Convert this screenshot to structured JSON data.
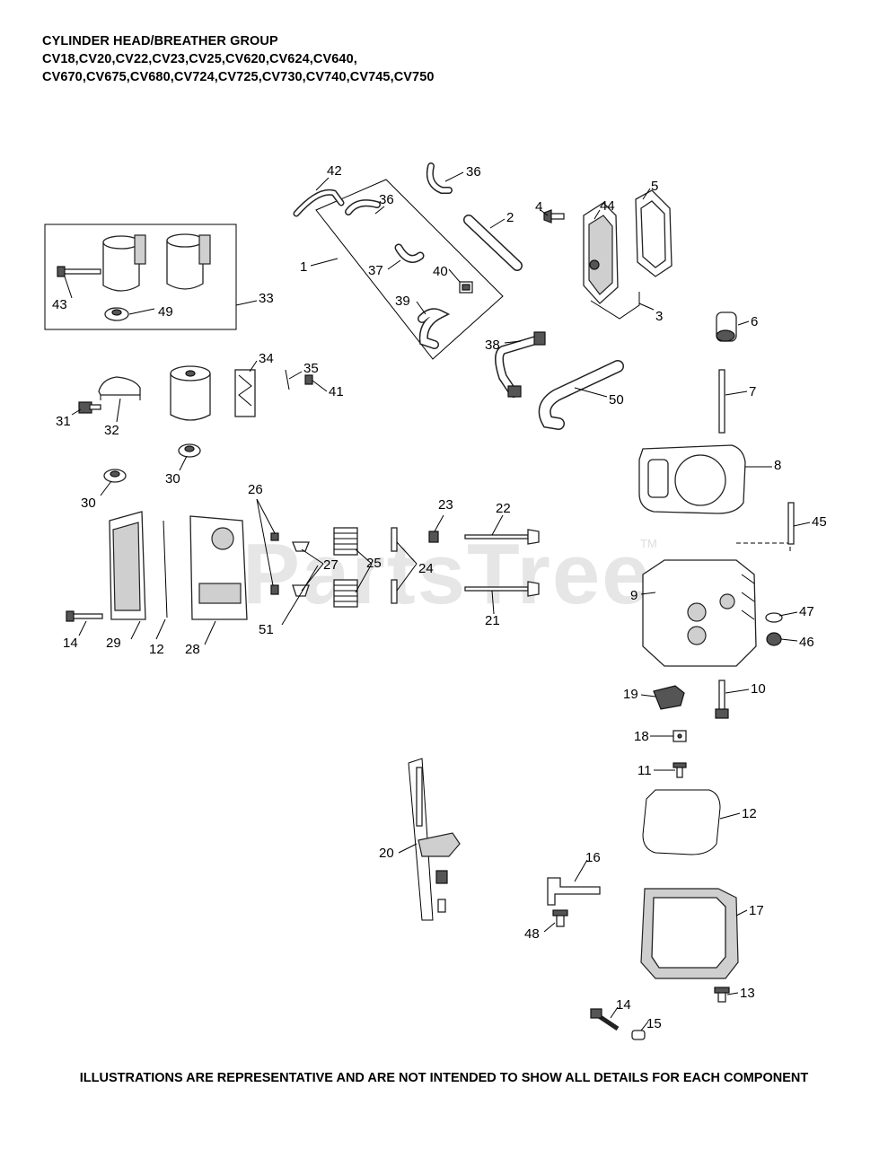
{
  "header": {
    "line1": "CYLINDER HEAD/BREATHER GROUP",
    "line2": "CV18,CV20,CV22,CV23,CV25,CV620,CV624,CV640,",
    "line3": "CV670,CV675,CV680,CV724,CV725,CV730,CV740,CV745,CV750"
  },
  "footer": "ILLUSTRATIONS ARE REPRESENTATIVE AND ARE NOT INTENDED TO SHOW ALL DETAILS FOR EACH COMPONENT",
  "watermark": {
    "text": "PartsTree",
    "tm": "TM"
  },
  "callouts": [
    {
      "id": "c42",
      "label": "42"
    },
    {
      "id": "c36a",
      "label": "36"
    },
    {
      "id": "c36b",
      "label": "36"
    },
    {
      "id": "c5",
      "label": "5"
    },
    {
      "id": "c44",
      "label": "44"
    },
    {
      "id": "c2",
      "label": "2"
    },
    {
      "id": "c4",
      "label": "4"
    },
    {
      "id": "c1",
      "label": "1"
    },
    {
      "id": "c37",
      "label": "37"
    },
    {
      "id": "c40",
      "label": "40"
    },
    {
      "id": "c39",
      "label": "39"
    },
    {
      "id": "c3",
      "label": "3"
    },
    {
      "id": "c6",
      "label": "6"
    },
    {
      "id": "c38",
      "label": "38"
    },
    {
      "id": "c50",
      "label": "50"
    },
    {
      "id": "c43",
      "label": "43"
    },
    {
      "id": "c49",
      "label": "49"
    },
    {
      "id": "c33",
      "label": "33"
    },
    {
      "id": "c34",
      "label": "34"
    },
    {
      "id": "c35",
      "label": "35"
    },
    {
      "id": "c41",
      "label": "41"
    },
    {
      "id": "c31",
      "label": "31"
    },
    {
      "id": "c32",
      "label": "32"
    },
    {
      "id": "c7",
      "label": "7"
    },
    {
      "id": "c30a",
      "label": "30"
    },
    {
      "id": "c30b",
      "label": "30"
    },
    {
      "id": "c8",
      "label": "8"
    },
    {
      "id": "c26",
      "label": "26"
    },
    {
      "id": "c23",
      "label": "23"
    },
    {
      "id": "c22",
      "label": "22"
    },
    {
      "id": "c45",
      "label": "45"
    },
    {
      "id": "c27",
      "label": "27"
    },
    {
      "id": "c25",
      "label": "25"
    },
    {
      "id": "c24",
      "label": "24"
    },
    {
      "id": "c9",
      "label": "9"
    },
    {
      "id": "c47",
      "label": "47"
    },
    {
      "id": "c46",
      "label": "46"
    },
    {
      "id": "c14a",
      "label": "14"
    },
    {
      "id": "c29",
      "label": "29"
    },
    {
      "id": "c12a",
      "label": "12"
    },
    {
      "id": "c28",
      "label": "28"
    },
    {
      "id": "c51",
      "label": "51"
    },
    {
      "id": "c21",
      "label": "21"
    },
    {
      "id": "c19",
      "label": "19"
    },
    {
      "id": "c10",
      "label": "10"
    },
    {
      "id": "c18",
      "label": "18"
    },
    {
      "id": "c11",
      "label": "11"
    },
    {
      "id": "c12b",
      "label": "12"
    },
    {
      "id": "c20",
      "label": "20"
    },
    {
      "id": "c16",
      "label": "16"
    },
    {
      "id": "c17",
      "label": "17"
    },
    {
      "id": "c48",
      "label": "48"
    },
    {
      "id": "c13",
      "label": "13"
    },
    {
      "id": "c14b",
      "label": "14"
    },
    {
      "id": "c15",
      "label": "15"
    }
  ]
}
